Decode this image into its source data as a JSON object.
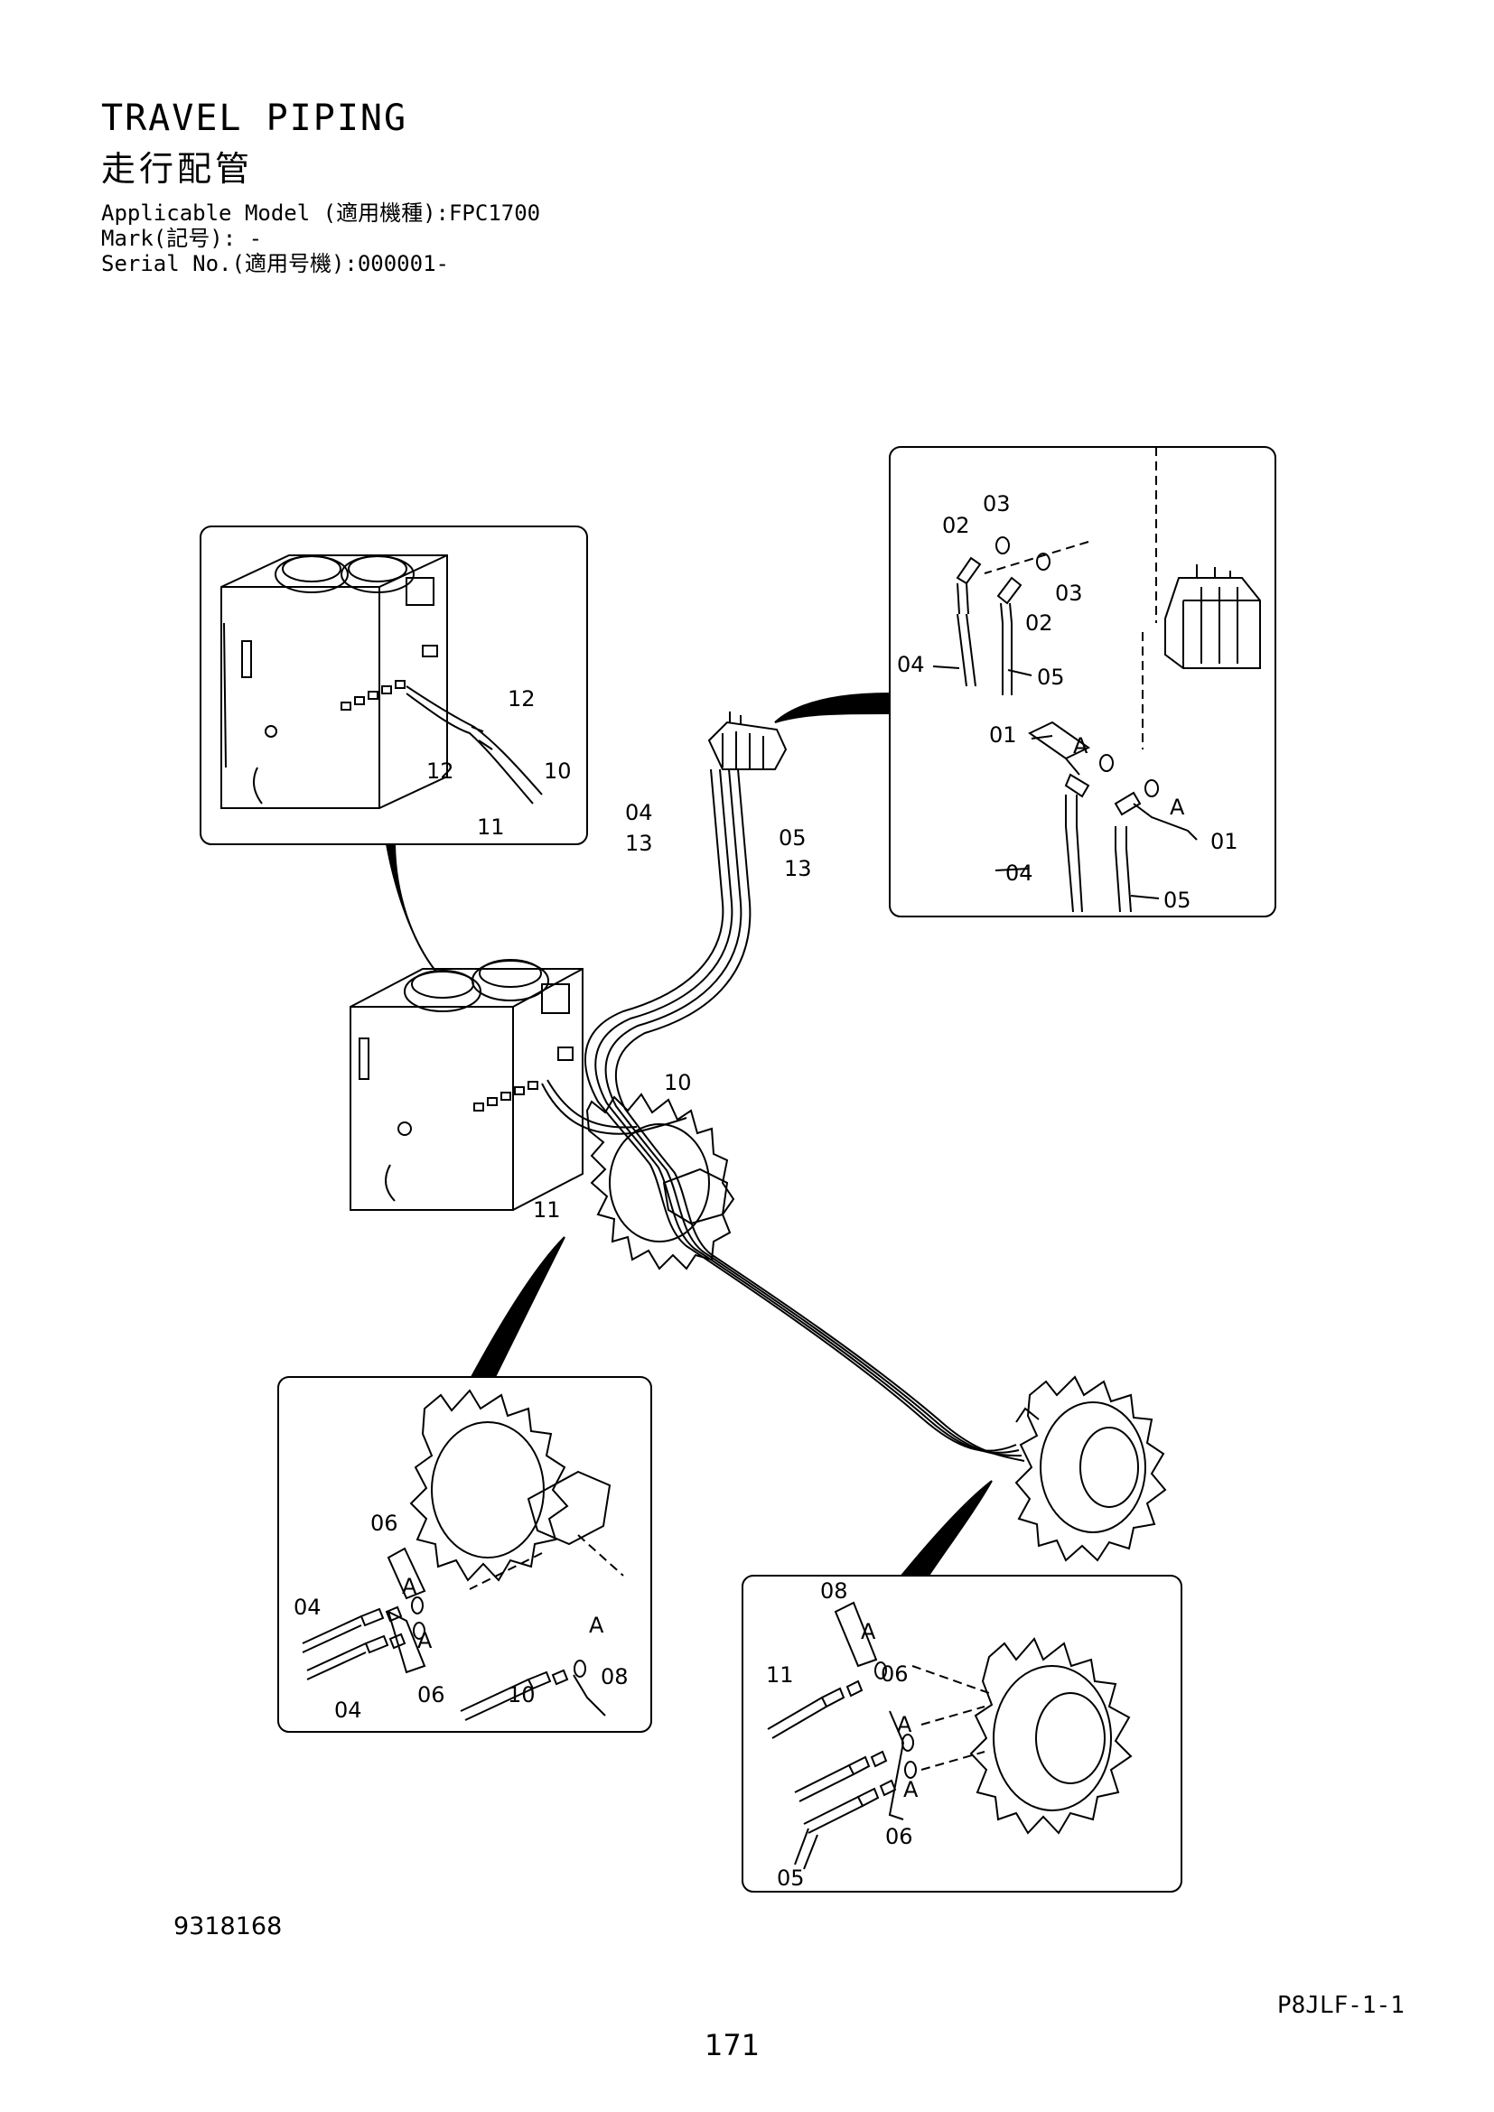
{
  "header": {
    "title_en": "TRAVEL PIPING",
    "title_jp": "走行配管",
    "applicable_model": "Applicable Model (適用機種):FPC1700",
    "mark": "Mark(記号): -",
    "serial_no": "Serial No.(適用号機):000001-"
  },
  "footer": {
    "drawing_number": "9318168",
    "page_code": "P8JLF-1-1",
    "page_number": "171"
  },
  "callouts": {
    "c01": "01",
    "c02": "02",
    "c03": "03",
    "c04": "04",
    "c05": "05",
    "c06": "06",
    "c08": "08",
    "c10": "10",
    "c11": "11",
    "c12": "12",
    "c13": "13",
    "connector_a": "A"
  }
}
